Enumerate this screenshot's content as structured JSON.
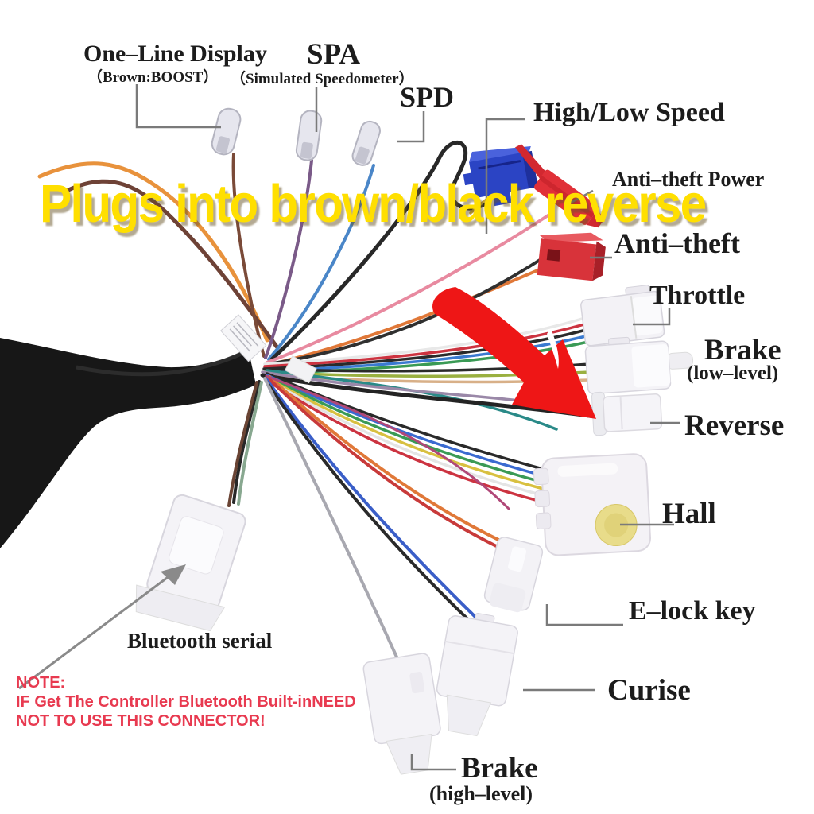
{
  "headline": {
    "text": "Plugs into brown/black reverse",
    "color": "#ffdf00"
  },
  "note": {
    "title": "NOTE:",
    "line2": "IF Get The Controller Bluetooth Built-inNEED",
    "line3": "NOT TO USE THIS CONNECTOR!",
    "color": "#e83a50"
  },
  "connector_labels": {
    "one_line_display": {
      "label": "One–Line Display",
      "sub": "（Brown:BOOST）"
    },
    "spa": {
      "label": "SPA",
      "sub": "（Simulated Speedometer）"
    },
    "spd": {
      "label": "SPD"
    },
    "high_low_speed": {
      "label": "High/Low Speed"
    },
    "anti_theft_power": {
      "label": "Anti–theft Power"
    },
    "anti_theft": {
      "label": "Anti–theft"
    },
    "throttle": {
      "label": "Throttle"
    },
    "brake_low": {
      "label": "Brake",
      "sub": "(low–level)"
    },
    "reverse": {
      "label": "Reverse"
    },
    "hall": {
      "label": "Hall"
    },
    "e_lock_key": {
      "label": "E–lock key"
    },
    "cruise": {
      "label": "Curise"
    },
    "brake_high": {
      "label": "Brake",
      "sub": "(high–level)"
    },
    "bluetooth_serial": {
      "label": "Bluetooth serial"
    }
  },
  "colors": {
    "arrow_red": "#ee1616",
    "connector_blue": "#2b44c4",
    "connector_red": "#d8333a",
    "leader_line": "#7a7a7a"
  }
}
